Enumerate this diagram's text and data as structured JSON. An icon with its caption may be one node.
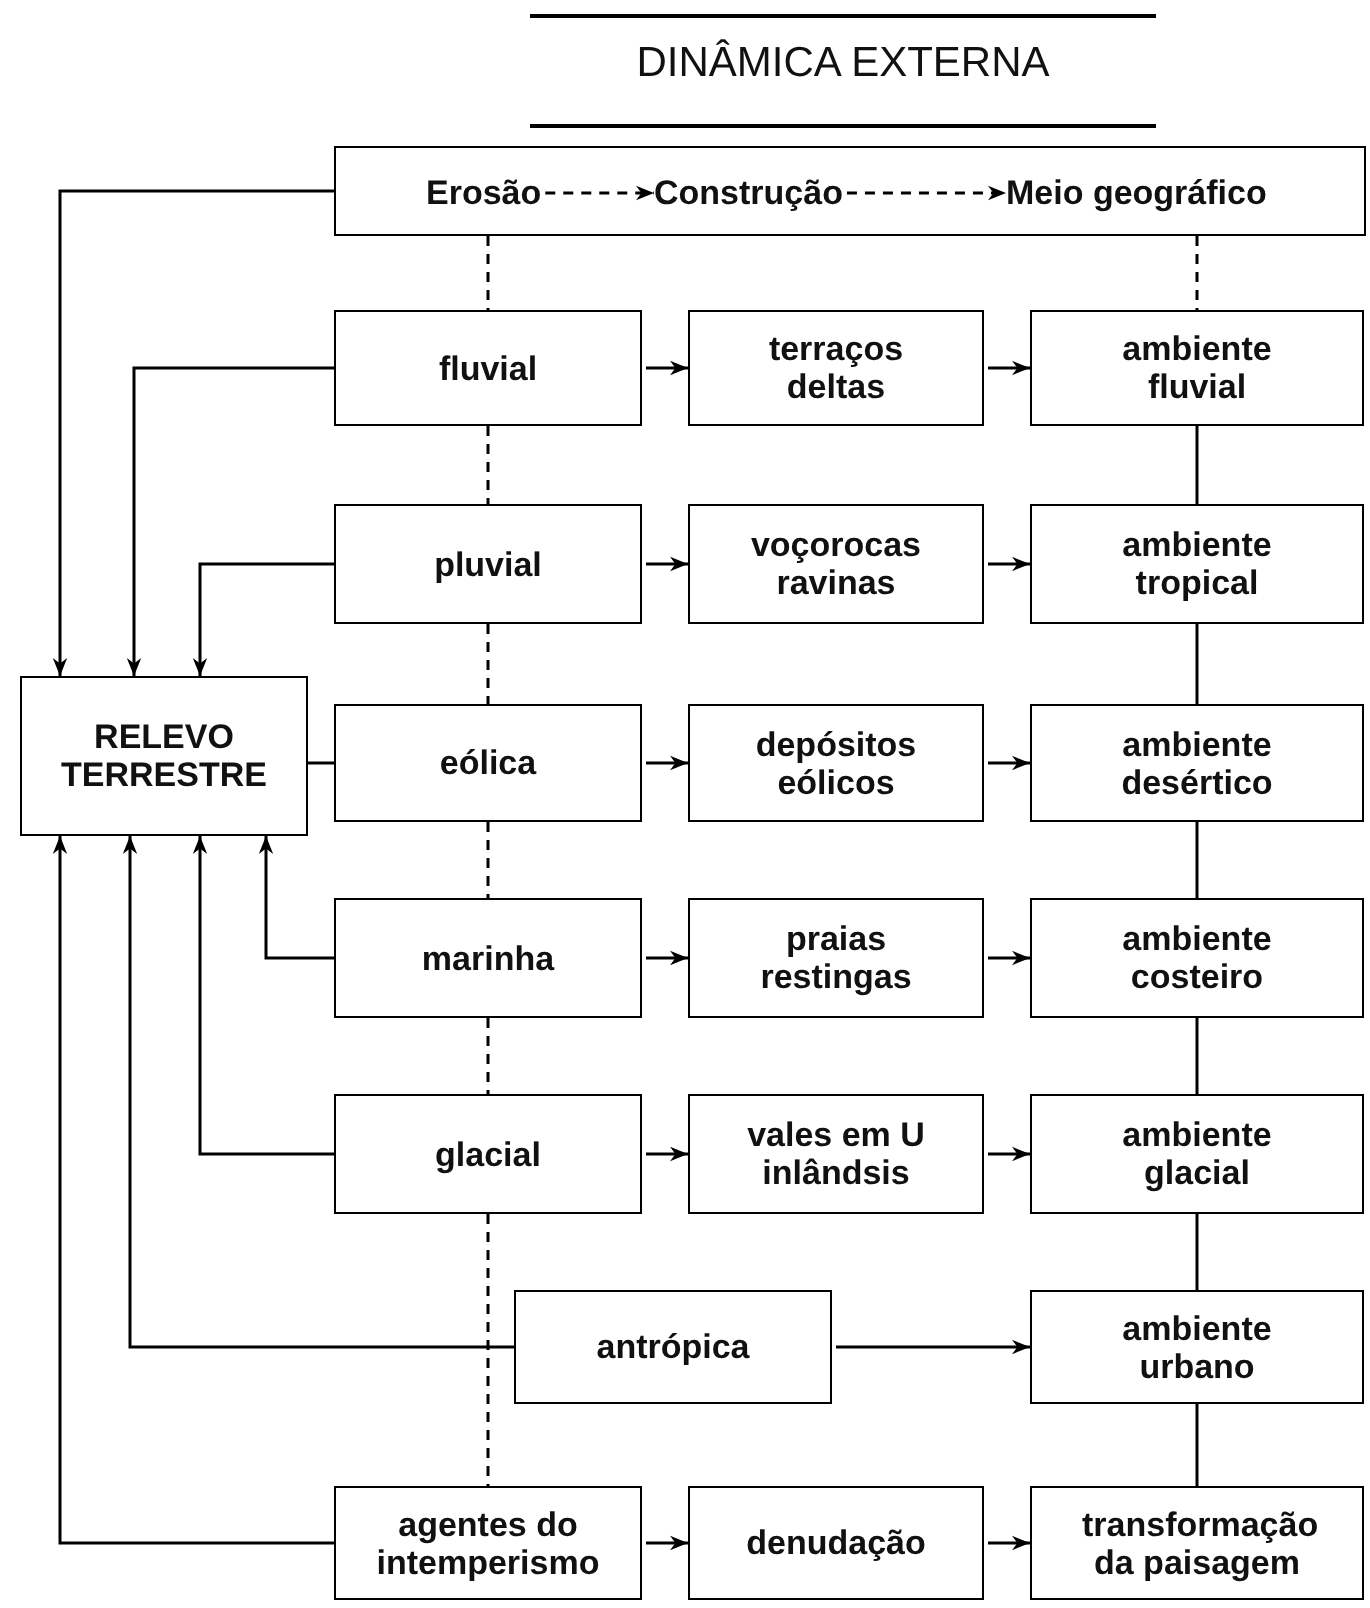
{
  "diagram": {
    "title": "DINÂMICA EXTERNA",
    "nodes": [
      {
        "text": [],
        "shape": "box"
      },
      {
        "text": [
          "Erosão"
        ],
        "in": 0
      },
      {
        "text": [
          "Construção"
        ],
        "in": 0
      },
      {
        "text": [
          "Meio geográfico"
        ],
        "in": 0
      },
      {
        "text": [
          "RELEVO TERRESTRE"
        ]
      },
      {
        "text": [
          "fluvial"
        ]
      },
      {
        "text": [
          "terraços deltas"
        ]
      },
      {
        "text": [
          "ambiente fluvial"
        ]
      },
      {
        "text": [
          "pluvial"
        ]
      },
      {
        "text": [
          "voçorocas ravinas"
        ]
      },
      {
        "text": [
          "ambiente tropical"
        ]
      },
      {
        "text": [
          "eólica"
        ]
      },
      {
        "text": [
          "depósitos eólicos"
        ]
      },
      {
        "text": [
          "ambiente desértico"
        ]
      },
      {
        "text": [
          "marinha"
        ]
      },
      {
        "text": [
          "praias restingas"
        ]
      },
      {
        "text": [
          "ambiente costeiro"
        ]
      },
      {
        "text": [
          "glacial"
        ]
      },
      {
        "text": [
          "vales em U inlândsis"
        ]
      },
      {
        "text": [
          "ambiente glacial"
        ]
      },
      {
        "text": [
          "antrópica"
        ]
      },
      {
        "text": [
          "ambiente urbano"
        ]
      },
      {
        "text": [
          "agentes do intemperismo"
        ]
      },
      {
        "text": [
          "denudação"
        ]
      },
      {
        "text": [
          "transformação da paisagem"
        ]
      }
    ],
    "edges": [
      {
        "from": 1,
        "to": 2,
        "arrow": "to",
        "style": "dashed"
      },
      {
        "from": 2,
        "to": 3,
        "arrow": "to",
        "style": "dashed"
      },
      {
        "from": 0,
        "to": 5,
        "arrow": "none",
        "style": "dashed"
      },
      {
        "from": 0,
        "to": 7,
        "arrow": "none",
        "style": "dashed"
      },
      {
        "from": 5,
        "to": 8,
        "arrow": "none",
        "style": "dashed"
      },
      {
        "from": 8,
        "to": 11,
        "arrow": "none",
        "style": "dashed"
      },
      {
        "from": 11,
        "to": 14,
        "arrow": "none",
        "style": "dashed"
      },
      {
        "from": 14,
        "to": 17,
        "arrow": "none",
        "style": "dashed"
      },
      {
        "from": 17,
        "to": 22,
        "arrow": "none",
        "style": "dashed"
      },
      {
        "from": 7,
        "to": 10,
        "arrow": "none"
      },
      {
        "from": 10,
        "to": 13,
        "arrow": "none"
      },
      {
        "from": 13,
        "to": 16,
        "arrow": "none"
      },
      {
        "from": 16,
        "to": 19,
        "arrow": "none"
      },
      {
        "from": 19,
        "to": 21,
        "arrow": "none"
      },
      {
        "from": 21,
        "to": 24,
        "arrow": "none"
      },
      {
        "from": 5,
        "to": 6,
        "arrow": "to"
      },
      {
        "from": 6,
        "to": 7,
        "arrow": "to"
      },
      {
        "from": 8,
        "to": 9,
        "arrow": "to"
      },
      {
        "from": 9,
        "to": 10,
        "arrow": "to"
      },
      {
        "from": 11,
        "to": 12,
        "arrow": "to"
      },
      {
        "from": 12,
        "to": 13,
        "arrow": "to"
      },
      {
        "from": 14,
        "to": 15,
        "arrow": "to"
      },
      {
        "from": 15,
        "to": 16,
        "arrow": "to"
      },
      {
        "from": 17,
        "to": 18,
        "arrow": "to"
      },
      {
        "from": 18,
        "to": 19,
        "arrow": "to"
      },
      {
        "from": 20,
        "to": 21,
        "arrow": "to"
      },
      {
        "from": 22,
        "to": 23,
        "arrow": "to"
      },
      {
        "from": 23,
        "to": 24,
        "arrow": "to"
      },
      {
        "from": 0,
        "to": 4,
        "arrow": "to"
      },
      {
        "from": 5,
        "to": 4,
        "arrow": "to"
      },
      {
        "from": 8,
        "to": 4,
        "arrow": "to"
      },
      {
        "from": 11,
        "to": 4,
        "arrow": "none"
      },
      {
        "from": 14,
        "to": 4,
        "arrow": "to"
      },
      {
        "from": 17,
        "to": 4,
        "arrow": "to"
      },
      {
        "from": 20,
        "to": 4,
        "arrow": "to"
      },
      {
        "from": 22,
        "to": 4,
        "arrow": "to"
      }
    ]
  }
}
